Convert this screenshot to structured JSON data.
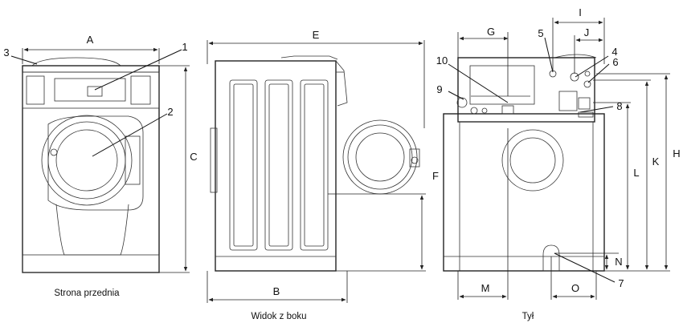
{
  "views": {
    "front": {
      "caption": "Strona przednia"
    },
    "side": {
      "caption": "Widok z boku"
    },
    "rear": {
      "caption": "Tył"
    }
  },
  "dimensions": [
    "A",
    "B",
    "C",
    "E",
    "F",
    "G",
    "H",
    "I",
    "J",
    "K",
    "L",
    "M",
    "N",
    "O"
  ],
  "callouts": [
    "1",
    "2",
    "3",
    "4",
    "5",
    "6",
    "7",
    "8",
    "9",
    "10"
  ]
}
